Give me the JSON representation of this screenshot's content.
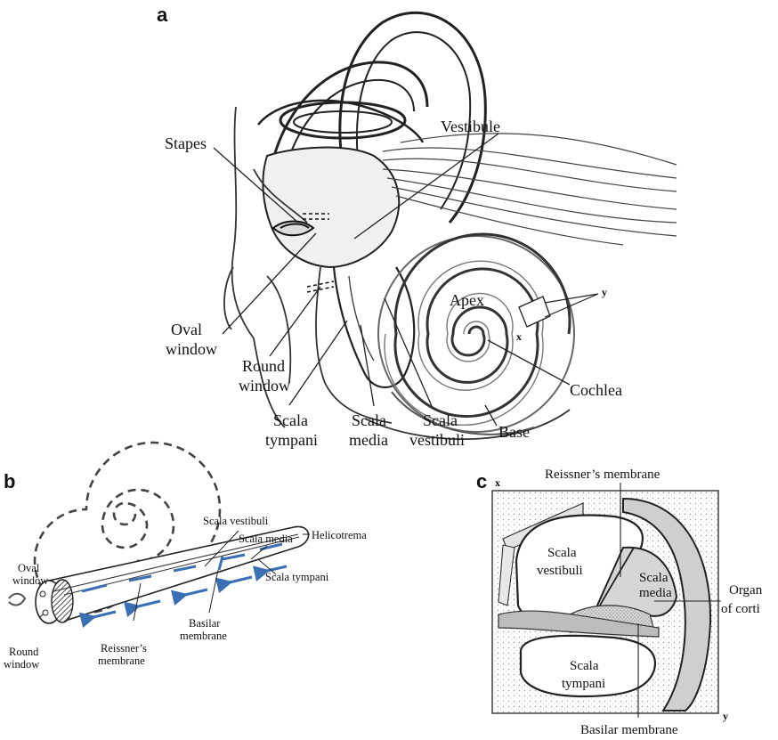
{
  "panel_a": {
    "letter": "a",
    "labels": {
      "stapes": "Stapes",
      "vestibule": "Vestibule",
      "apex": "Apex",
      "x": "x",
      "y": "y",
      "oval_window_1": "Oval",
      "oval_window_2": "window",
      "round_window_1": "Round",
      "round_window_2": "window",
      "cochlea": "Cochlea",
      "base": "Base",
      "scala_tympani_1": "Scala",
      "scala_tympani_2": "tympani",
      "scala_media_1": "Scala",
      "scala_media_2": "media",
      "scala_vestibuli_1": "Scala",
      "scala_vestibuli_2": "vestibuli"
    }
  },
  "panel_b": {
    "letter": "b",
    "labels": {
      "scala_vestibuli": "Scala vestibuli",
      "scala_media": "Scala media",
      "helicotrema": "Helicotrema",
      "oval_window_1": "Oval",
      "oval_window_2": "window",
      "scala_tympani": "Scala tympani",
      "basilar_1": "Basilar",
      "basilar_2": "membrane",
      "reissner_1": "Reissner’s",
      "reissner_2": "membrane",
      "round_window_1": "Round",
      "round_window_2": "window"
    },
    "arrow_color": "#3a6fb5"
  },
  "panel_c": {
    "letter": "c",
    "labels": {
      "x": "x",
      "y": "y",
      "reissner": "Reissner’s membrane",
      "scala_vestibuli_1": "Scala",
      "scala_vestibuli_2": "vestibuli",
      "scala_media_1": "Scala",
      "scala_media_2": "media",
      "organ_1": "Organ",
      "organ_2": "of corti",
      "scala_tympani_1": "Scala",
      "scala_tympani_2": "tympani",
      "basilar": "Basilar membrane"
    }
  }
}
